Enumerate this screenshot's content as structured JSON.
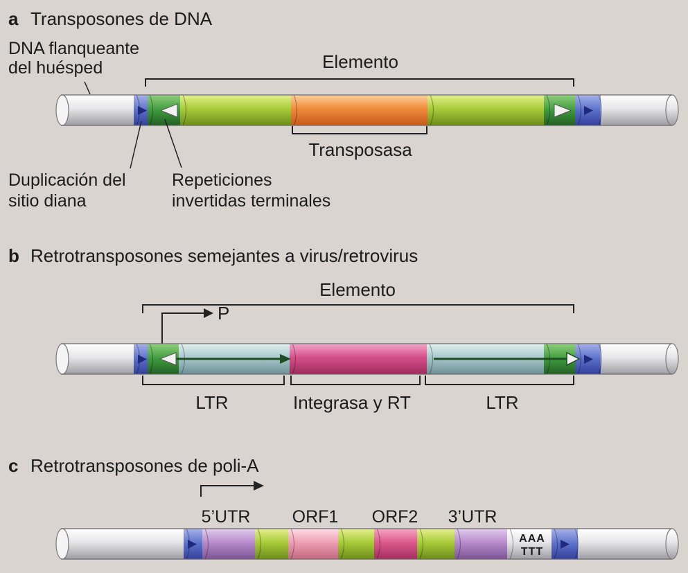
{
  "panel_a": {
    "letter": "a",
    "title": "Transposones de DNA",
    "host_dna_label_1": "DNA flanqueante",
    "host_dna_label_2": "del huésped",
    "element_label": "Elemento",
    "transposase_label": "Transposasa",
    "target_dup_label_1": "Duplicación del",
    "target_dup_label_2": "sitio diana",
    "inverted_repeats_label_1": "Repeticiones",
    "inverted_repeats_label_2": "invertidas terminales"
  },
  "panel_b": {
    "letter": "b",
    "title": "Retrotransposones semejantes a virus/retrovirus",
    "element_label": "Elemento",
    "promoter_label": "P",
    "ltr_left_label": "LTR",
    "integrase_rt_label": "Integrasa y RT",
    "ltr_right_label": "LTR"
  },
  "panel_c": {
    "letter": "c",
    "title": "Retrotransposones de poli-A",
    "utr5_label": "5’UTR",
    "orf1_label": "ORF1",
    "orf2_label": "ORF2",
    "utr3_label": "3’UTR",
    "polya_top": "AAA",
    "polya_bottom": "TTT"
  },
  "colors": {
    "host_dna": "#e4e4e6",
    "target_site": "#5a6fc8",
    "repeat": "#3f9a3e",
    "element_body": "#a9cc3a",
    "transposase": "#ef8c3c",
    "ltr_body": "#a9c8cc",
    "integrase_rt": "#d6508a",
    "utr": "#b98ccc",
    "orf1": "#ee9fb4",
    "orf2": "#dc5a8c"
  }
}
